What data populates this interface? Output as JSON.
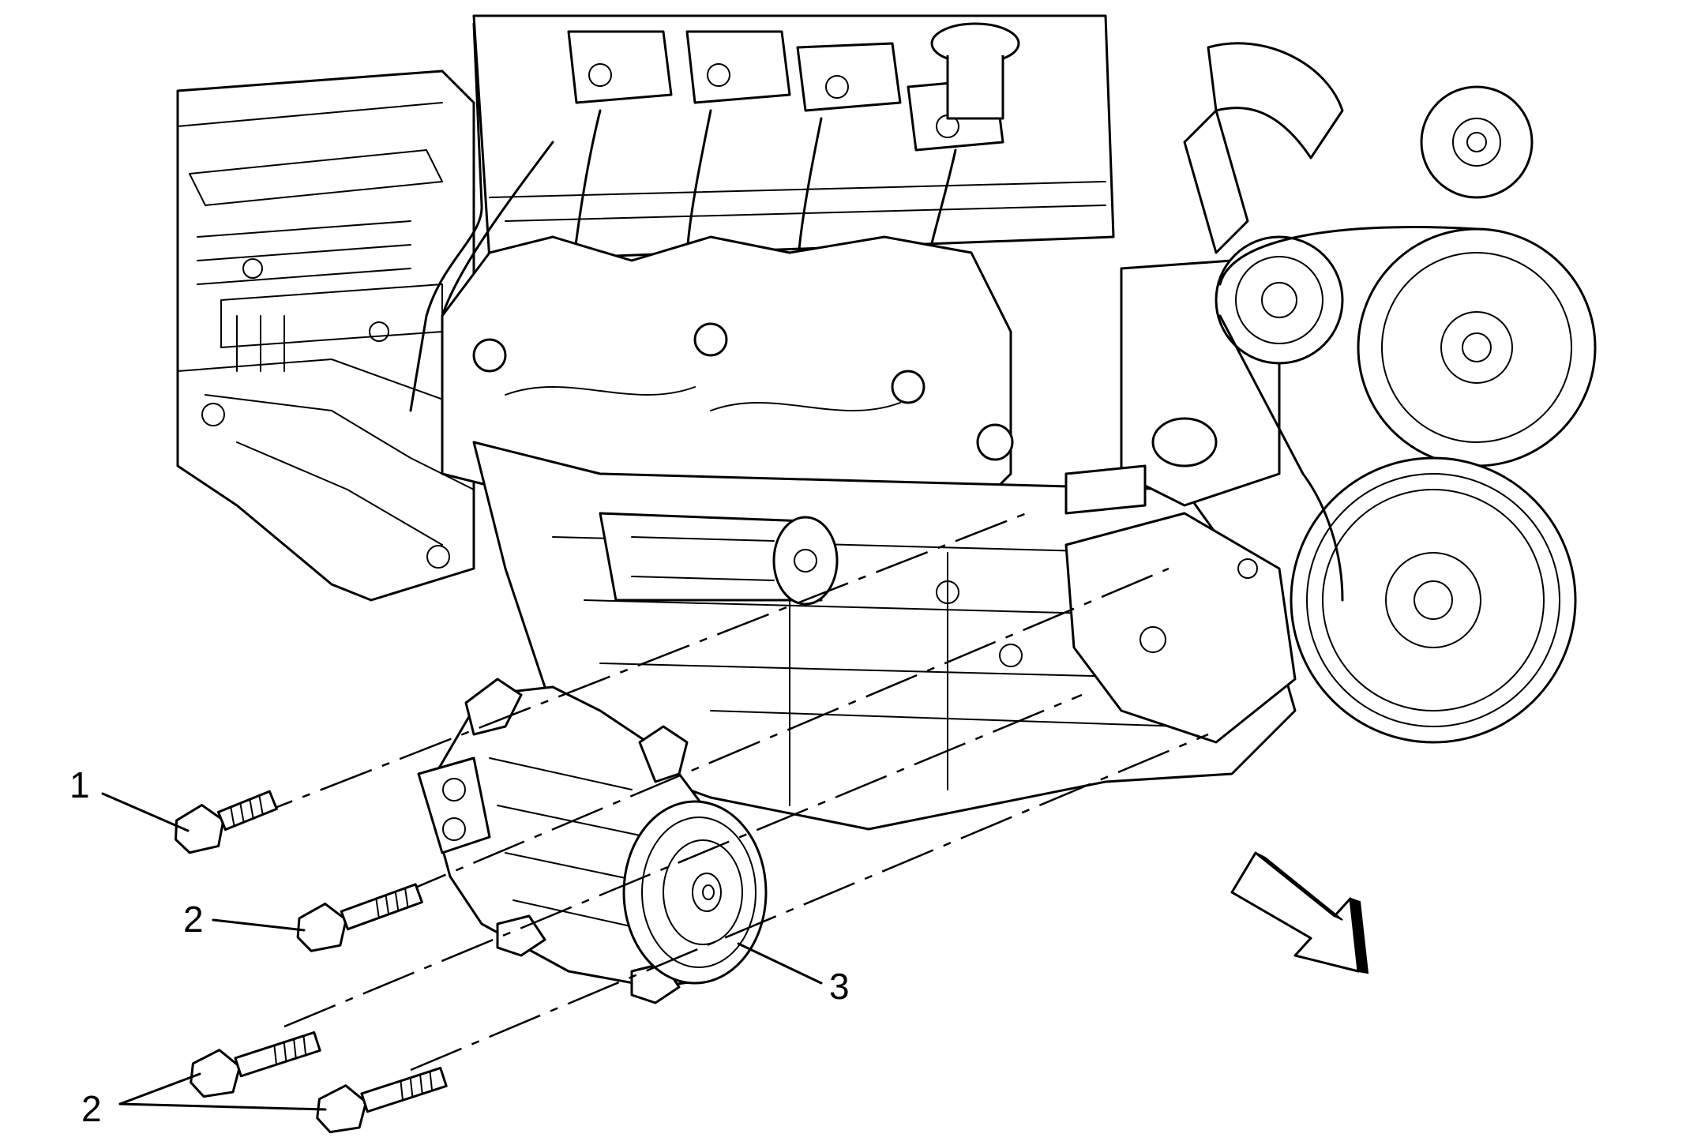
{
  "callouts": {
    "fastener_1": "1",
    "fastener_2_upper": "2",
    "fastener_2_lower": "2",
    "compressor": "3"
  },
  "colors": {
    "ink": "#000000",
    "background": "#ffffff"
  },
  "icons": {
    "direction_arrow": "front-direction-arrow-icon"
  }
}
